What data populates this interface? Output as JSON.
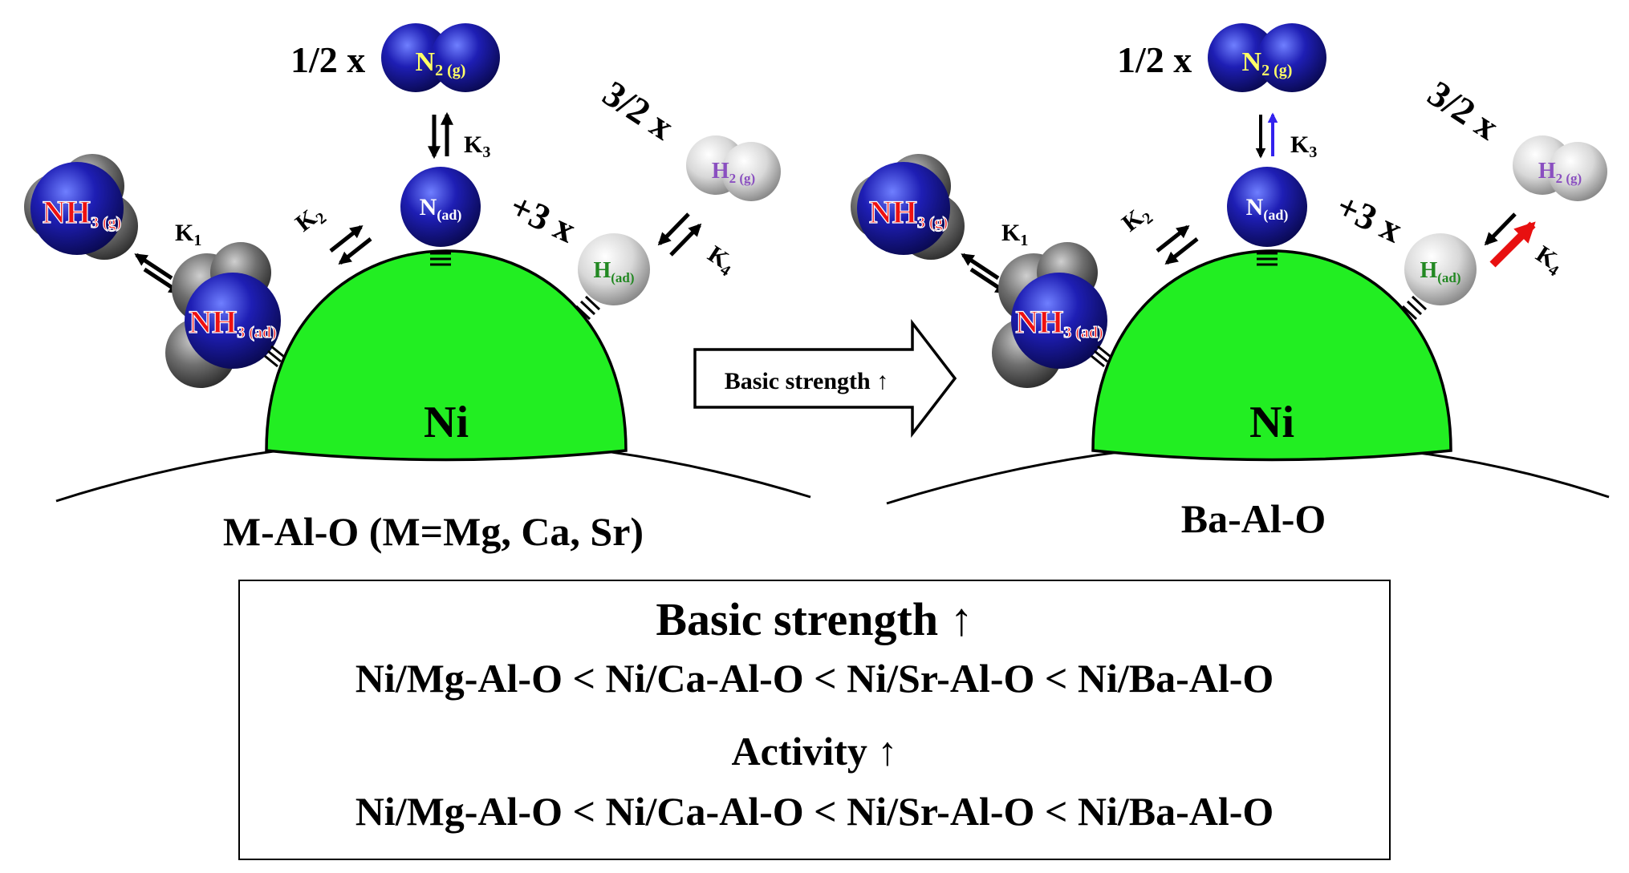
{
  "left_panel": {
    "support_label": "M-Al-O (M=Mg, Ca, Sr)",
    "metal_label": "Ni",
    "n2_coeff": "1/2 x",
    "h2_coeff": "3/2 x",
    "h_coeff": "+3 x",
    "n2_atom": "N",
    "n2_sub": "2 (g)",
    "h2_atom": "H",
    "h2_sub": "2 (g)",
    "n_ad_atom": "N",
    "n_ad_sub": "(ad)",
    "h_ad_atom": "H",
    "h_ad_sub": "(ad)",
    "nh3g_atom": "NH",
    "nh3g_sub": "3 (g)",
    "nh3ad_atom": "NH",
    "nh3ad_sub": "3 (ad)",
    "k1": "K",
    "k1_sub": "1",
    "k2": "K",
    "k2_sub": "2",
    "k3": "K",
    "k3_sub": "3",
    "k4": "K",
    "k4_sub": "4"
  },
  "right_panel": {
    "support_label": "Ba-Al-O",
    "metal_label": "Ni",
    "n2_coeff": "1/2 x",
    "h2_coeff": "3/2 x",
    "h_coeff": "+3 x",
    "n2_atom": "N",
    "n2_sub": "2 (g)",
    "h2_atom": "H",
    "h2_sub": "2 (g)",
    "n_ad_atom": "N",
    "n_ad_sub": "(ad)",
    "h_ad_atom": "H",
    "h_ad_sub": "(ad)",
    "nh3g_atom": "NH",
    "nh3g_sub": "3 (g)",
    "nh3ad_atom": "NH",
    "nh3ad_sub": "3 (ad)",
    "k1": "K",
    "k1_sub": "1",
    "k2": "K",
    "k2_sub": "2",
    "k3": "K",
    "k3_sub": "3",
    "k4": "K",
    "k4_sub": "4"
  },
  "transition_arrow_label": "Basic strength ↑",
  "summary": {
    "basic_title": "Basic strength ↑",
    "basic_order": "Ni/Mg-Al-O < Ni/Ca-Al-O < Ni/Sr-Al-O < Ni/Ba-Al-O",
    "activity_title": "Activity ↑",
    "activity_order": "Ni/Mg-Al-O < Ni/Ca-Al-O < Ni/Sr-Al-O < Ni/Ba-Al-O"
  },
  "colors": {
    "nickel": "#22ee22",
    "nitrogen": "#1a1aa0",
    "hydrogen": "#e8e8e8",
    "nh3_label": "#ee1111",
    "n2_label": "#ffff66",
    "h_label": "#228822",
    "h2_label": "#8a4fc0",
    "k3_forward": "#3322ee",
    "k4_forward": "#e81010"
  }
}
